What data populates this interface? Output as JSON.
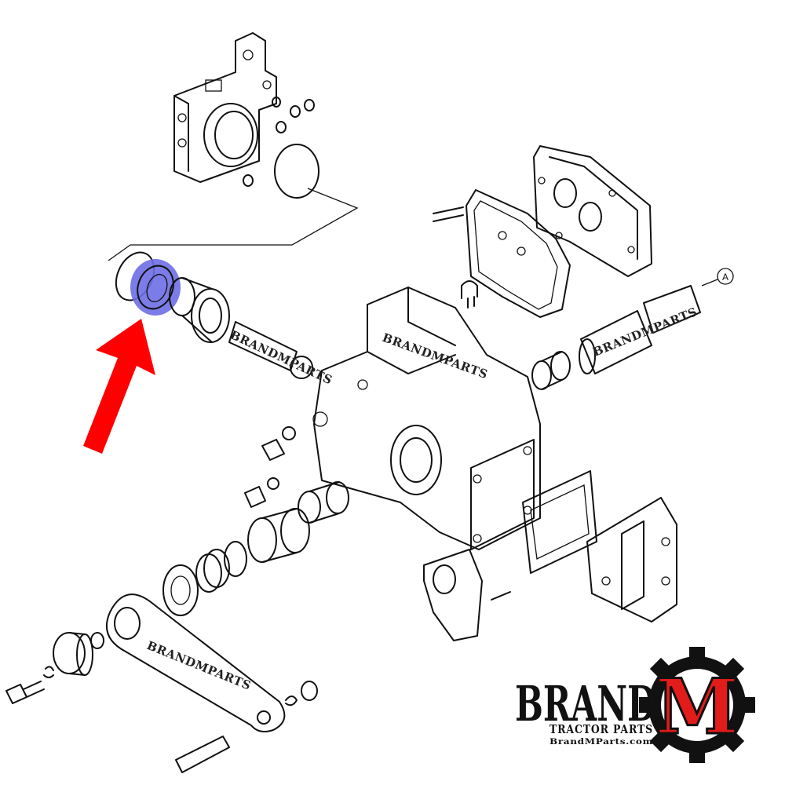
{
  "diagram": {
    "watermark_text": "BRANDMPARTS",
    "callout_label": "A",
    "highlight_color": "#6e6ee6",
    "arrow_color": "#ff0000"
  },
  "logo": {
    "brand": "BRAND",
    "m": "M",
    "tagline": "TRACTOR PARTS",
    "url": "BrandMParts.com",
    "accent_color": "#e21b1b"
  }
}
